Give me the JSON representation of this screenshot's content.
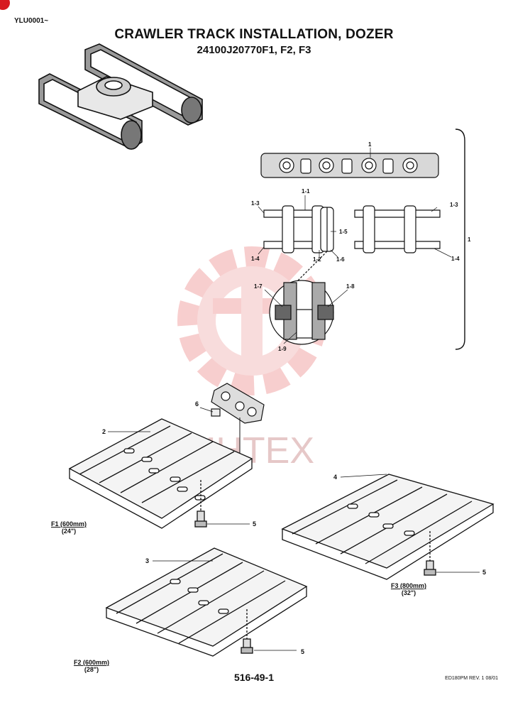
{
  "header": {
    "serial": "YLU0001~",
    "title": "CRAWLER TRACK INSTALLATION, DOZER",
    "subtitle": "24100J20770F1, F2, F3"
  },
  "footer": {
    "page_number": "516-49-1",
    "revision": "ED180PM REV. 1 08/01"
  },
  "watermark": {
    "text": "ИНТЕХ",
    "color": "#f2b8b8"
  },
  "callouts": {
    "c1": "1",
    "c1_1": "1-1",
    "c1_2": "1-2",
    "c1_3_left": "1-3",
    "c1_3_right": "1-3",
    "c1_4_left": "1-4",
    "c1_4_right": "1-4",
    "c1_5": "1-5",
    "c1_6": "1-6",
    "c1_7": "1-7",
    "c1_8": "1-8",
    "c1_9": "1-9",
    "bracket": "1",
    "c2": "2",
    "c3": "3",
    "c4": "4",
    "c5_a": "5",
    "c5_b": "5",
    "c5_c": "5",
    "c6": "6"
  },
  "variants": {
    "f1": {
      "name": "F1 (600mm)",
      "inch": "(24\")"
    },
    "f2": {
      "name": "F2 (600mm)",
      "inch": "(28\")"
    },
    "f3": {
      "name": "F3 (800mm)",
      "inch": "(32\")"
    }
  }
}
